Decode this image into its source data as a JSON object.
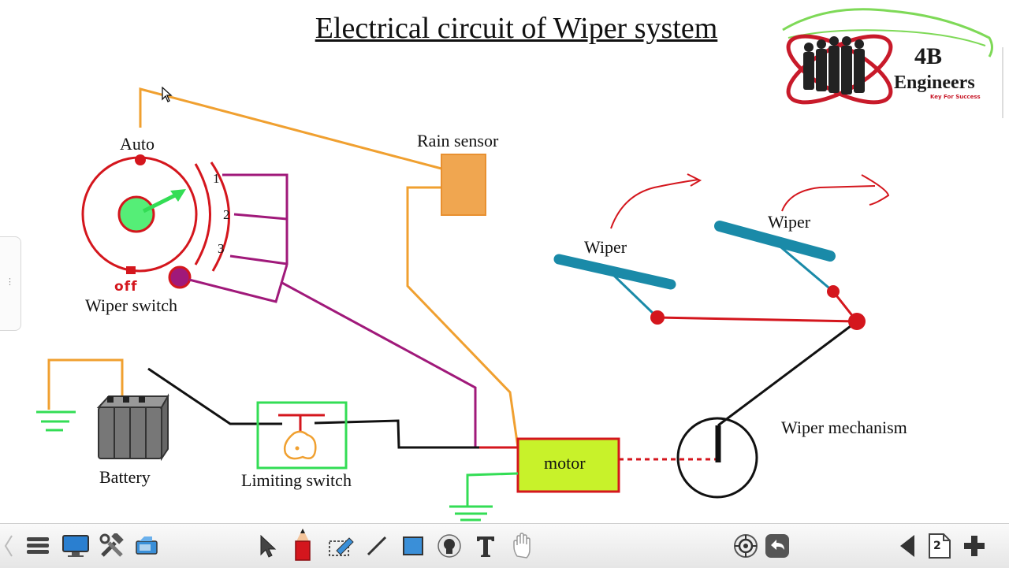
{
  "title": "Electrical circuit of Wiper system",
  "logo": {
    "name": "4B",
    "text": "Engineers",
    "tagline": "Key For Success"
  },
  "labels": {
    "auto": "Auto",
    "off": "off",
    "wiper_switch": "Wiper switch",
    "rain_sensor": "Rain sensor",
    "battery": "Battery",
    "limiting_switch": "Limiting switch",
    "motor": "motor",
    "wiper_left": "Wiper",
    "wiper_right": "Wiper",
    "wiper_mechanism": "Wiper mechanism",
    "pos1": "1",
    "pos2": "2",
    "pos3": "3"
  },
  "colors": {
    "red": "#d4161d",
    "orange": "#f0a030",
    "purple": "#a0197a",
    "green": "#33dd55",
    "teal": "#1a8aa8",
    "motor_fill": "#c8f22a",
    "sensor_fill": "#f0a650"
  },
  "toolbar": {
    "tools": [
      "menu-icon",
      "monitor-icon",
      "tools-icon",
      "camera-icon",
      "pointer-icon",
      "pen-icon",
      "eraser-icon",
      "line-icon",
      "rectangle-icon",
      "stamp-icon",
      "text-icon",
      "hand-icon"
    ],
    "right_tools": [
      "target-icon",
      "undo-icon",
      "prev-page-icon",
      "page-icon",
      "add-page-icon"
    ],
    "page_number": "2"
  }
}
